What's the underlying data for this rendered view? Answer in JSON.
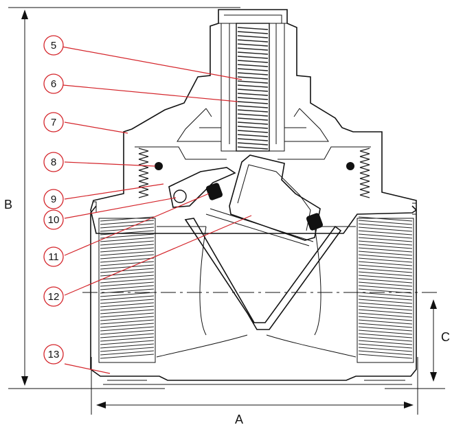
{
  "callouts": [
    {
      "label": "5"
    },
    {
      "label": "6"
    },
    {
      "label": "7"
    },
    {
      "label": "8"
    },
    {
      "label": "9"
    },
    {
      "label": "10"
    },
    {
      "label": "11"
    },
    {
      "label": "12"
    },
    {
      "label": "13"
    }
  ],
  "dimensions": {
    "a": "A",
    "b": "B",
    "c": "C"
  },
  "colors": {
    "leader": "#d4242a",
    "line": "#111111"
  }
}
